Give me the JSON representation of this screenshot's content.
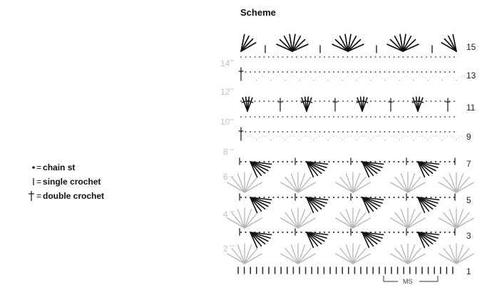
{
  "title": "Scheme",
  "legend": [
    {
      "icon": "chain-stitch-dot",
      "label": "chain st"
    },
    {
      "icon": "single-crochet-bar",
      "label": "single crochet"
    },
    {
      "icon": "double-crochet-cross",
      "label": "double crochet"
    }
  ],
  "row_numbers_right": [
    "15",
    "13",
    "11",
    "9",
    "7",
    "5",
    "3",
    "1"
  ],
  "row_numbers_left": [
    "14",
    "12",
    "10",
    "8",
    "6",
    "4",
    "2"
  ],
  "repeat_label": "MS",
  "colors": {
    "dark": "#111111",
    "light": "#b5b5b5",
    "faint": "#c8c8c8"
  }
}
